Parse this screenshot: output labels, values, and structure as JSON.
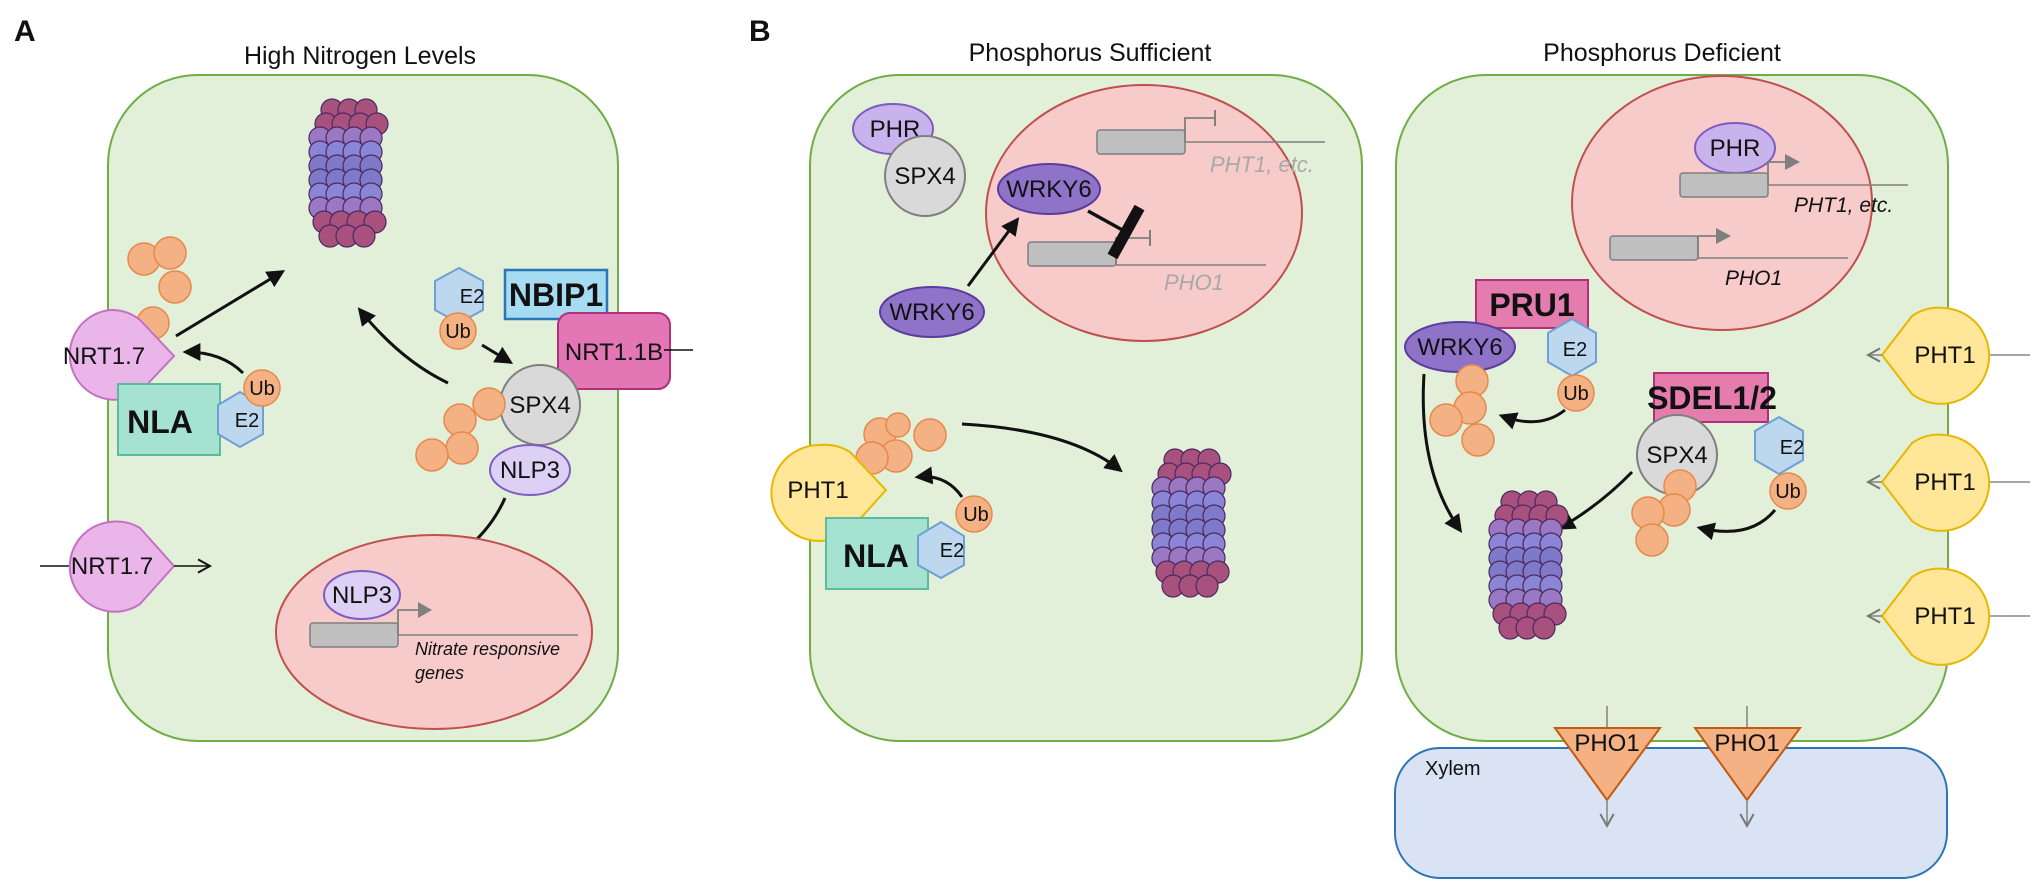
{
  "panel_a": {
    "letter": "A",
    "title": "High Nitrogen Levels",
    "nrt17_top": "NRT1.7",
    "nrt17_bottom": "NRT1.7",
    "nla": "NLA",
    "e2_nla": "E2",
    "ub_nla": "Ub",
    "e2_nbip": "E2",
    "ub_nbip": "Ub",
    "nbip1": "NBIP1",
    "nrt11b": "NRT1.1B",
    "spx4": "SPX4",
    "nlp3_cyto": "NLP3",
    "nlp3_nucleus": "NLP3",
    "nitrate_genes_line1": "Nitrate responsive",
    "nitrate_genes_line2": "genes"
  },
  "panel_b": {
    "letter": "B",
    "title_sufficient": "Phosphorus Sufficient",
    "title_deficient": "Phosphorus Deficient",
    "suf_phr": "PHR",
    "suf_spx4": "SPX4",
    "suf_wrky6_nuc": "WRKY6",
    "suf_wrky6_cyto": "WRKY6",
    "suf_pht1_gene": "PHT1, etc.",
    "suf_pho1_gene": "PHO1",
    "suf_pht1": "PHT1",
    "suf_nla": "NLA",
    "suf_e2": "E2",
    "suf_ub": "Ub",
    "def_phr": "PHR",
    "def_pht1_gene": "PHT1, etc.",
    "def_pho1_gene": "PHO1",
    "def_pru1": "PRU1",
    "def_wrky6": "WRKY6",
    "def_e2_pru": "E2",
    "def_ub_pru": "Ub",
    "def_sdel": "SDEL1/2",
    "def_spx4": "SPX4",
    "def_e2_sdel": "E2",
    "def_ub_sdel": "Ub",
    "def_pht1_a": "PHT1",
    "def_pht1_b": "PHT1",
    "def_pht1_c": "PHT1",
    "xylem": "Xylem",
    "pho1_a": "PHO1",
    "pho1_b": "PHO1"
  },
  "colors": {
    "cell_fill": "#e2efd9",
    "cell_stroke": "#70ad47",
    "nucleus_fill": "#f8cbcb",
    "nucleus_stroke": "#c0504d",
    "nrt_pink": "#eab6e9",
    "nla_teal": "#a6e2d0",
    "e2_blue": "#bdd7ee",
    "ub_orange": "#f4b183",
    "nbip_cyan": "#a6dcf2",
    "nrt11b_magenta": "#e376b5",
    "spx4_grey": "#d9d9d9",
    "nlp3_lavender": "#dcd0f5",
    "wrky6_purple": "#8e73c9",
    "phr_lavender": "#c9b3ec",
    "pht1_yellow": "#ffe699",
    "pru1_pink": "#e47cae",
    "xylem_blue": "#dae3f3",
    "pho1_orange": "#f4b183"
  }
}
